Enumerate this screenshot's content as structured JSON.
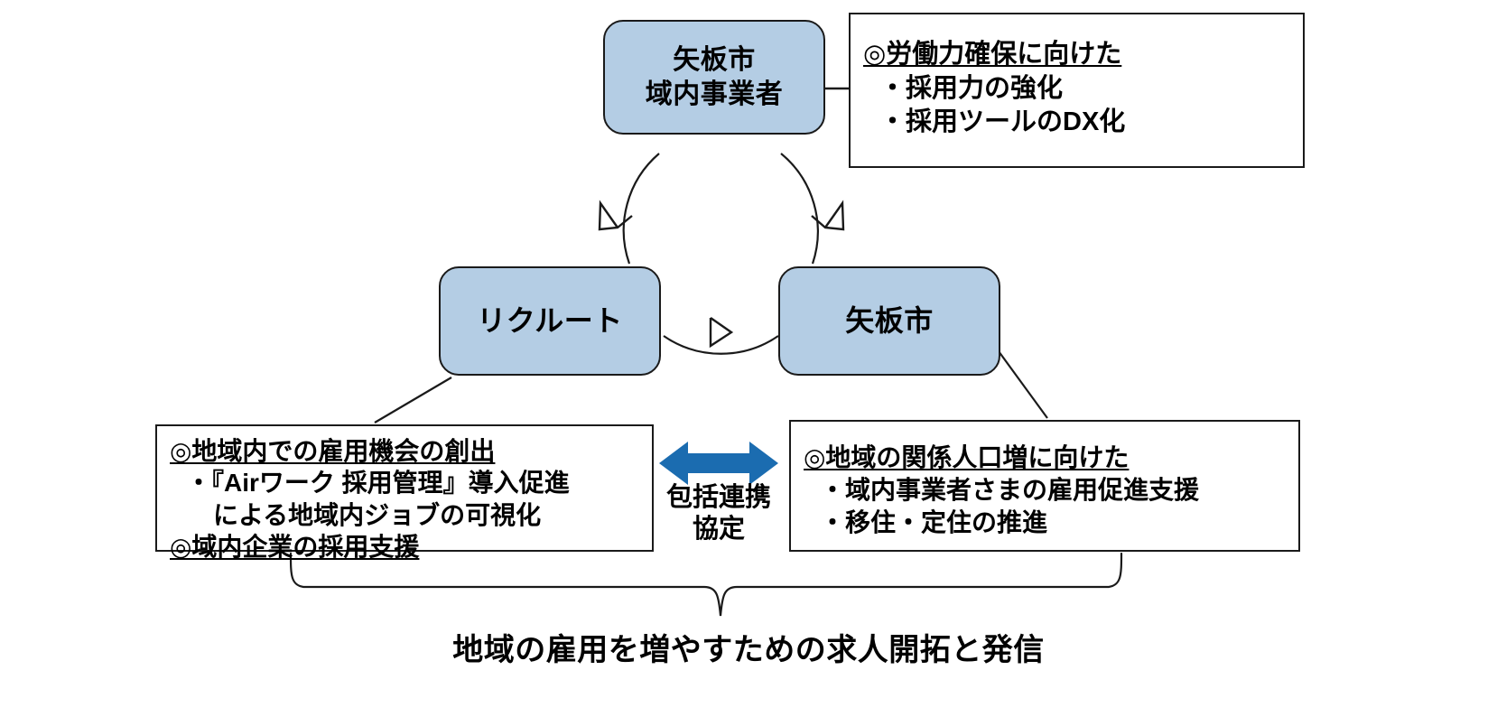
{
  "diagram": {
    "title_caption": "地域の雇用を増やすための求人開拓と発信",
    "accent_blue": "#1b6cb0",
    "node_fill": "#b4cde4",
    "outline": "#1a1a1a"
  },
  "nodes": {
    "top": {
      "name": "top-node",
      "line1": "矢板市",
      "line2": "域内事業者"
    },
    "left": {
      "name": "left-node",
      "line1": "リクルート"
    },
    "right": {
      "name": "right-node",
      "line1": "矢板市"
    }
  },
  "detail_boxes": {
    "top_right": {
      "heading": "◎労働力確保に向けた",
      "bullets": [
        "・採用力の強化",
        "・採用ツールのDX化"
      ]
    },
    "bottom_left": {
      "heading": "◎地域内での雇用機会の創出",
      "bullets": [
        "・『Airワーク 採用管理』導入促進",
        "による地域内ジョブの可視化"
      ],
      "heading2": "◎域内企業の採用支援"
    },
    "bottom_right": {
      "heading": "◎地域の関係人口増に向けた",
      "bullets": [
        "・域内事業者さまの雇用促進支援",
        "・移住・定住の推進"
      ]
    }
  },
  "pact": {
    "line1": "包括連携",
    "line2": "協定",
    "arrow_icon": "double-headed-arrow-icon"
  },
  "cycle": {
    "arrow_icon": "curved-cycle-arrow-icon",
    "count": 3
  },
  "brace": {
    "icon": "curly-brace-icon"
  }
}
